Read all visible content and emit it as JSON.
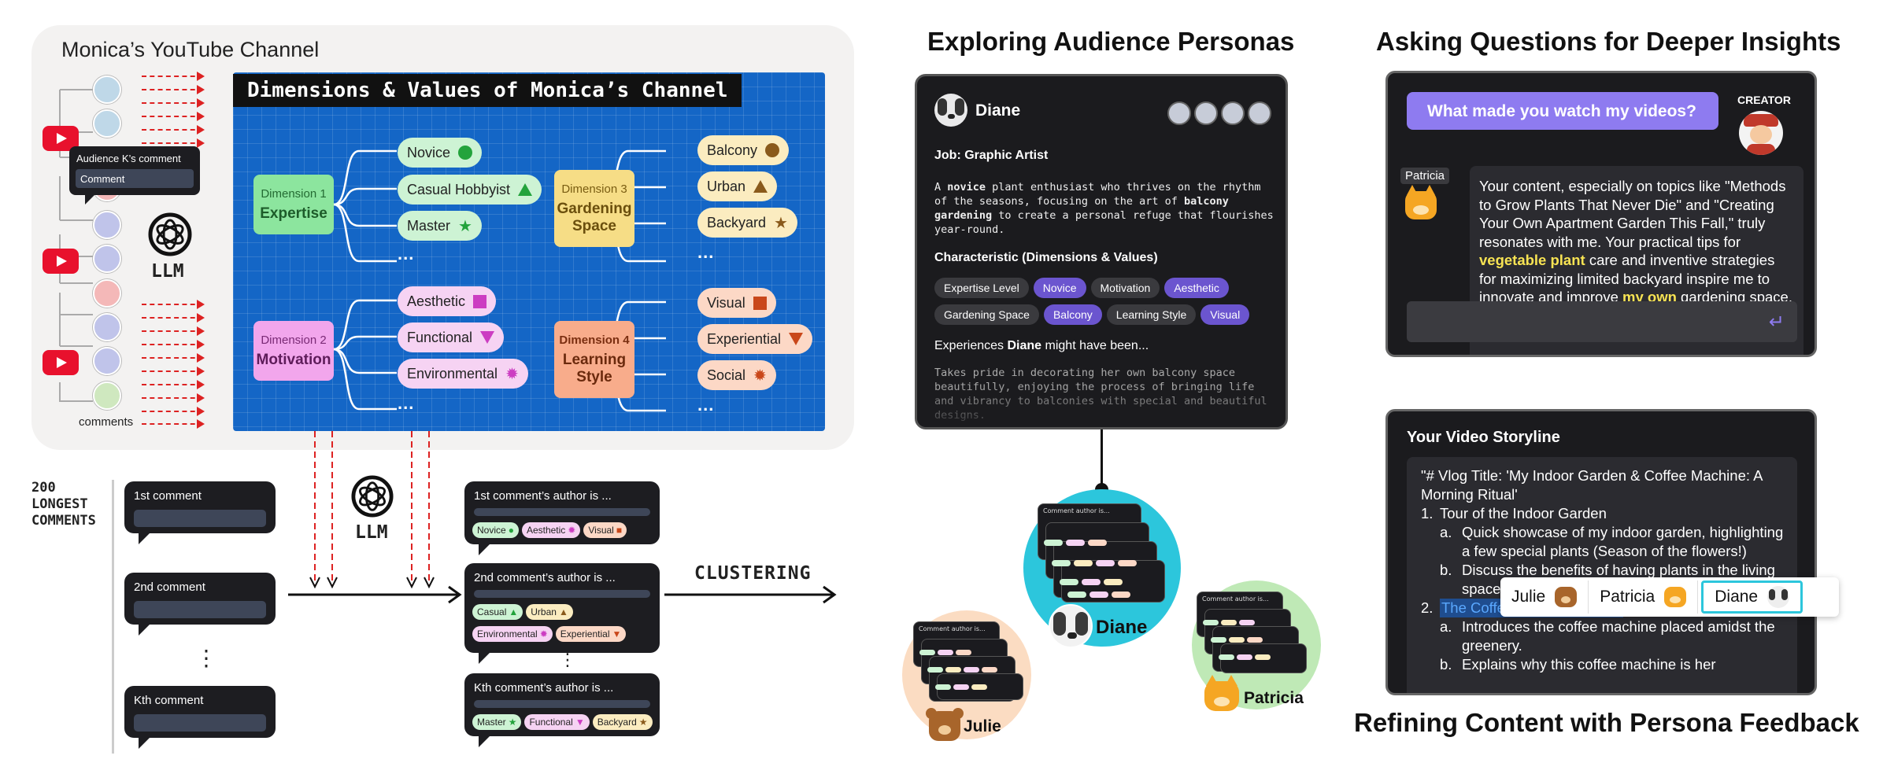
{
  "channel": {
    "title": "Monica’s YouTube Channel",
    "tooltip_title": "Audience K’s comment",
    "tooltip_field": "Comment",
    "llm_label": "LLM",
    "comments_label": "comments"
  },
  "dimensions_panel": {
    "title": "Dimensions & Values of Monica’s Channel",
    "dimensions": [
      {
        "number": "Dimension 1",
        "name": "Expertise",
        "color": "#8ce59e",
        "values": [
          "Novice",
          "Casual Hobbyist",
          "Master"
        ]
      },
      {
        "number": "Dimension 2",
        "name": "Motivation",
        "color": "#f2a6ec",
        "values": [
          "Aesthetic",
          "Functional",
          "Environmental"
        ]
      },
      {
        "number": "Dimension 3",
        "name": "Gardening Space",
        "color": "#f6dd86",
        "values": [
          "Balcony",
          "Urban",
          "Backyard"
        ]
      },
      {
        "number": "Dimension 4",
        "name": "Learning Style",
        "color": "#f8ac8b",
        "values": [
          "Visual",
          "Experiential",
          "Social"
        ]
      }
    ],
    "ellipsis": "..."
  },
  "pipeline": {
    "longest_label": "200\nLONGEST\nCOMMENTS",
    "comments": [
      "1st comment",
      "2nd comment",
      "Kth comment"
    ],
    "vertical_ellipsis": "⋮",
    "llm_label": "LLM",
    "results": [
      {
        "label": "1st comment’s author is ...",
        "tags": [
          "Novice",
          "Aesthetic",
          "Visual"
        ]
      },
      {
        "label": "2nd comment’s author is ...",
        "tags": [
          "Casual",
          "Urban",
          "Environmental",
          "Experiential"
        ]
      },
      {
        "label": "Kth comment’s author is ...",
        "tags": [
          "Master",
          "Functional",
          "Backyard"
        ]
      }
    ],
    "clustering_label": "CLUSTERING"
  },
  "personas_section": {
    "heading": "Exploring Audience Personas",
    "card": {
      "name": "Diane",
      "job": "Job: Graphic Artist",
      "description_parts": [
        "A ",
        "novice",
        " plant enthusiast who thrives on the rhythm of the seasons, focusing on the art of ",
        "balcony gardening",
        " to create a personal refuge that flourishes year-round."
      ],
      "characteristic_heading": "Characteristic (Dimensions & Values)",
      "characteristics": [
        {
          "dim": "Expertise Level",
          "val": "Novice"
        },
        {
          "dim": "Motivation",
          "val": "Aesthetic"
        },
        {
          "dim": "Gardening Space",
          "val": "Balcony"
        },
        {
          "dim": "Learning Style",
          "val": "Visual"
        }
      ],
      "experiences_prefix": "Experiences ",
      "experiences_name": "Diane",
      "experiences_suffix": " might have been...",
      "experience_text": "Takes pride in decorating her own balcony space beautifully, enjoying the process of bringing life and vibrancy to balconies with special and beautiful designs."
    },
    "cluster_card_label": "Comment author is...",
    "clusters": [
      "Diane",
      "Julie",
      "Patricia"
    ]
  },
  "questions_section": {
    "heading": "Asking Questions for Deeper Insights",
    "question": "What made you watch my videos?",
    "creator_label": "CREATOR",
    "responder": "Patricia",
    "answer_parts": [
      {
        "t": "Your content, especially on topics like \"Methods to Grow Plants That Never Die\" and \"Creating Your Own Apartment Garden This Fall,\" truly resonates with me. Your practical tips for ",
        "hl": false
      },
      {
        "t": "vegetable plant",
        "hl": true
      },
      {
        "t": " care and inventive strategies for maximizing limited backyard inspire me to innovate and improve ",
        "hl": false
      },
      {
        "t": "my own",
        "hl": true
      },
      {
        "t": " gardening space. I see great potential and learning from someone who shares this similar outlook on life.",
        "hl": false
      }
    ],
    "send_icon": "↵"
  },
  "storyline_section": {
    "title": "Your Video Storyline",
    "vlog_title": "\"# Vlog Title: 'My Indoor Garden & Coffee Machine: A Morning Ritual'",
    "items": [
      {
        "num": "1.",
        "text": "Tour of the Indoor Garden",
        "highlight": false,
        "subs": [
          {
            "letter": "a.",
            "text": "Quick showcase of my indoor garden, highlighting a few special plants (Season of the flowers!)"
          },
          {
            "letter": "b.",
            "text": "Discuss the benefits of having plants in the living space"
          }
        ]
      },
      {
        "num": "2.",
        "text": "The Coffee Machine Reveal",
        "highlight": true,
        "subs": [
          {
            "letter": "a.",
            "text": "Introduces the coffee machine placed amidst the greenery."
          },
          {
            "letter": "b.",
            "text": "Explains why this coffee machine is her"
          }
        ]
      }
    ],
    "persona_tabs": [
      "Julie",
      "Patricia",
      "Diane"
    ],
    "heading": "Refining Content with Persona Feedback"
  }
}
